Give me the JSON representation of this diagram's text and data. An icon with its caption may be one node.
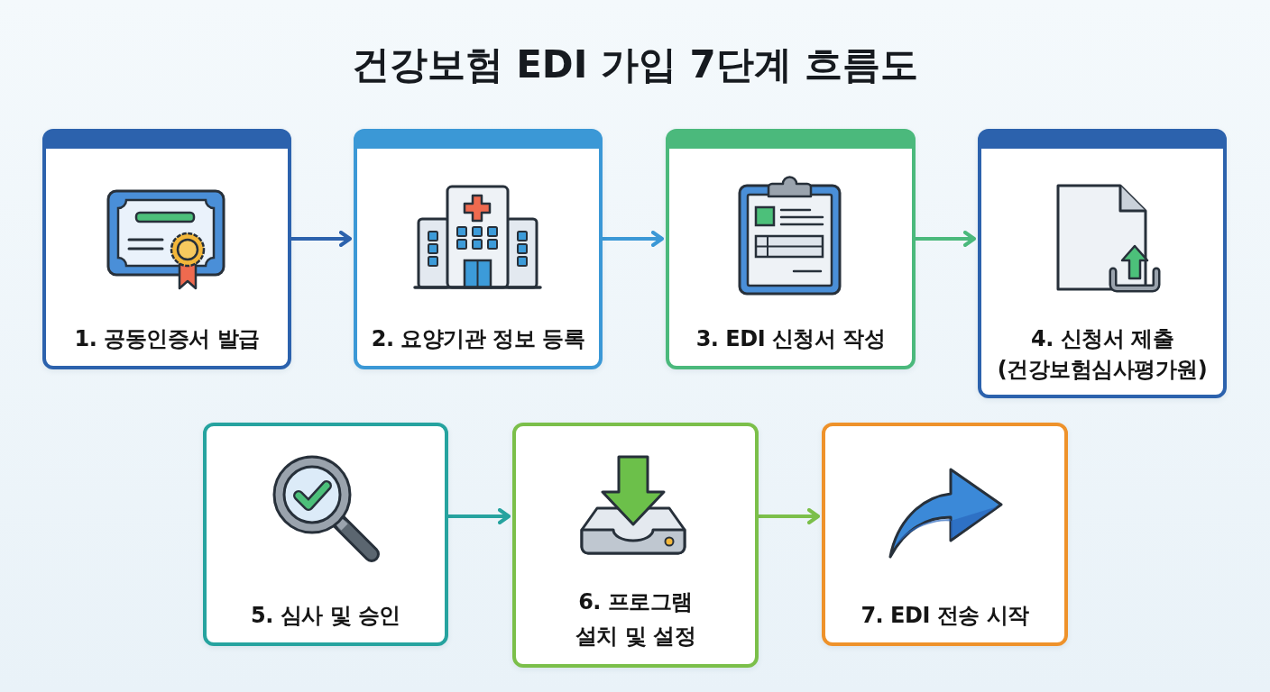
{
  "diagram": {
    "title": "건강보험 EDI 가입 7단계 흐름도",
    "nodes": [
      {
        "text": [
          "1. 공동인증서 발급"
        ]
      },
      {
        "text": [
          "2. 요양기관 정보 등록"
        ]
      },
      {
        "text": [
          "3. EDI 신청서 작성"
        ]
      },
      {
        "text": [
          "4. 신청서 제출 (건강보험심사평가원)"
        ]
      },
      {
        "text": [
          "5. 심사 및 승인"
        ]
      },
      {
        "text": [
          "6. 프로그램 설치 및 설정"
        ]
      },
      {
        "text": [
          "7. EDI 전송 시작"
        ]
      }
    ],
    "edges": [
      {
        "from": 0,
        "to": 1,
        "arrow": "to",
        "color": "#2c62ad"
      },
      {
        "from": 1,
        "to": 2,
        "arrow": "to",
        "color": "#3b98d6"
      },
      {
        "from": 2,
        "to": 3,
        "arrow": "to",
        "color": "#4bb97c"
      },
      {
        "from": 4,
        "to": 5,
        "arrow": "to",
        "color": "#26a39f"
      },
      {
        "from": 5,
        "to": 6,
        "arrow": "to",
        "color": "#7bbf4a"
      }
    ]
  }
}
